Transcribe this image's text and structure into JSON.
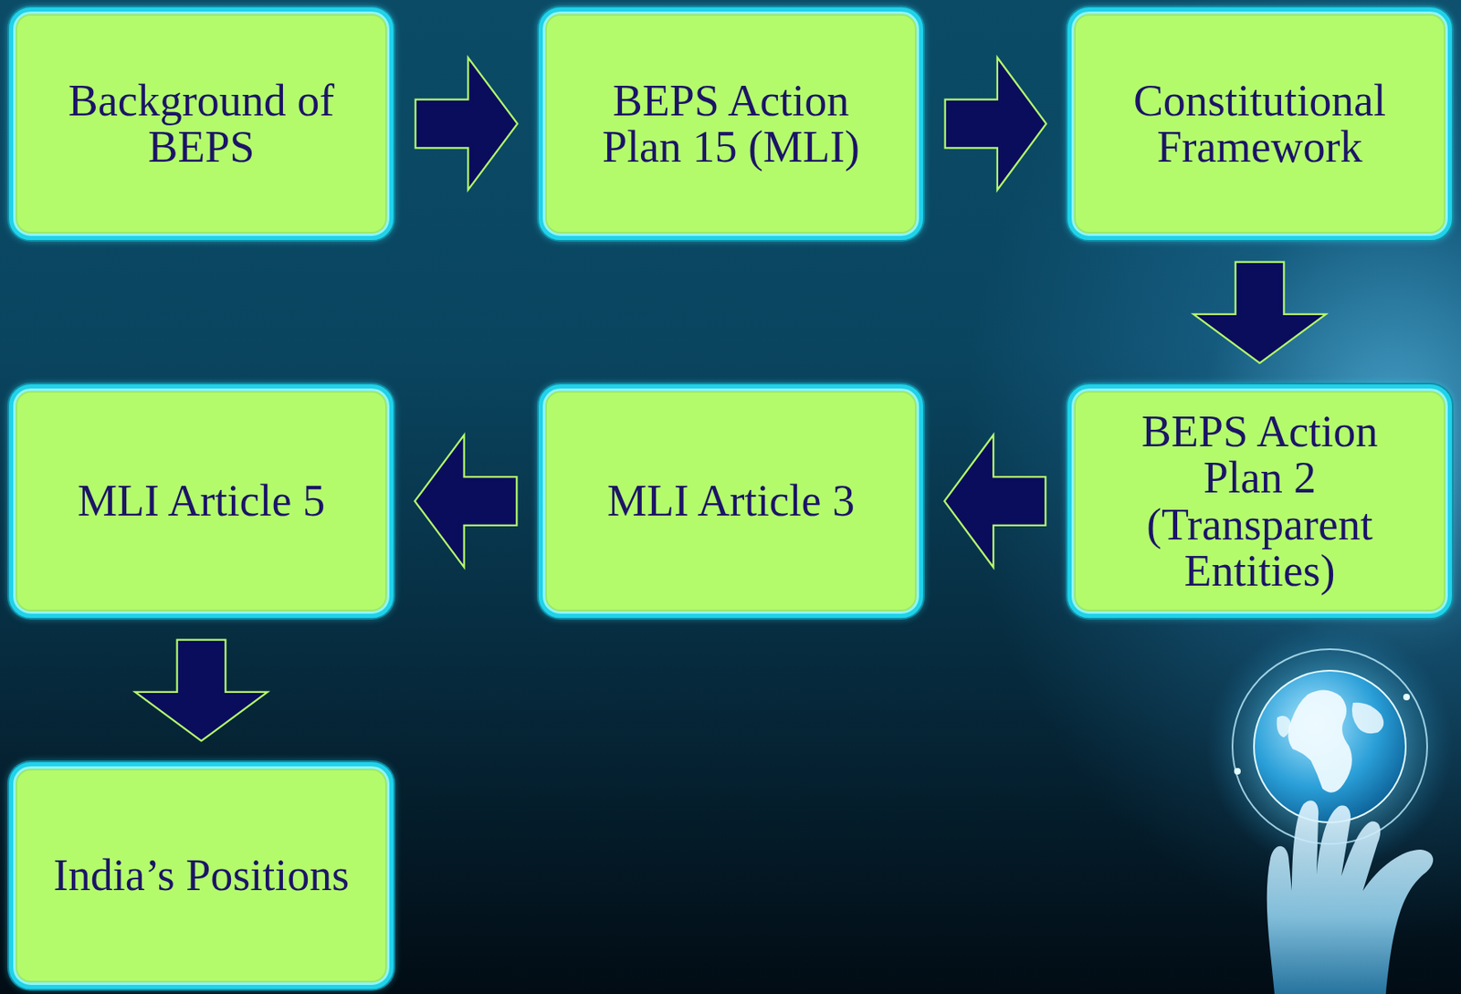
{
  "diagram": {
    "nodes": [
      {
        "text": [
          "Background of BEPS"
        ]
      },
      {
        "text": [
          "BEPS Action Plan 15 (MLI)"
        ]
      },
      {
        "text": [
          "Constitutional Framework"
        ]
      },
      {
        "text": [
          "BEPS Action Plan 2 (Transparent Entities)"
        ]
      },
      {
        "text": [
          "MLI Article 3"
        ]
      },
      {
        "text": [
          "MLI Article 5"
        ]
      },
      {
        "text": [
          "India’s Positions"
        ]
      }
    ],
    "edges": [
      {
        "from": 0,
        "to": 1,
        "arrow": "to"
      },
      {
        "from": 1,
        "to": 2,
        "arrow": "to"
      },
      {
        "from": 2,
        "to": 3,
        "arrow": "to"
      },
      {
        "from": 3,
        "to": 4,
        "arrow": "to"
      },
      {
        "from": 4,
        "to": 5,
        "arrow": "to"
      },
      {
        "from": 5,
        "to": 6,
        "arrow": "to"
      }
    ]
  }
}
